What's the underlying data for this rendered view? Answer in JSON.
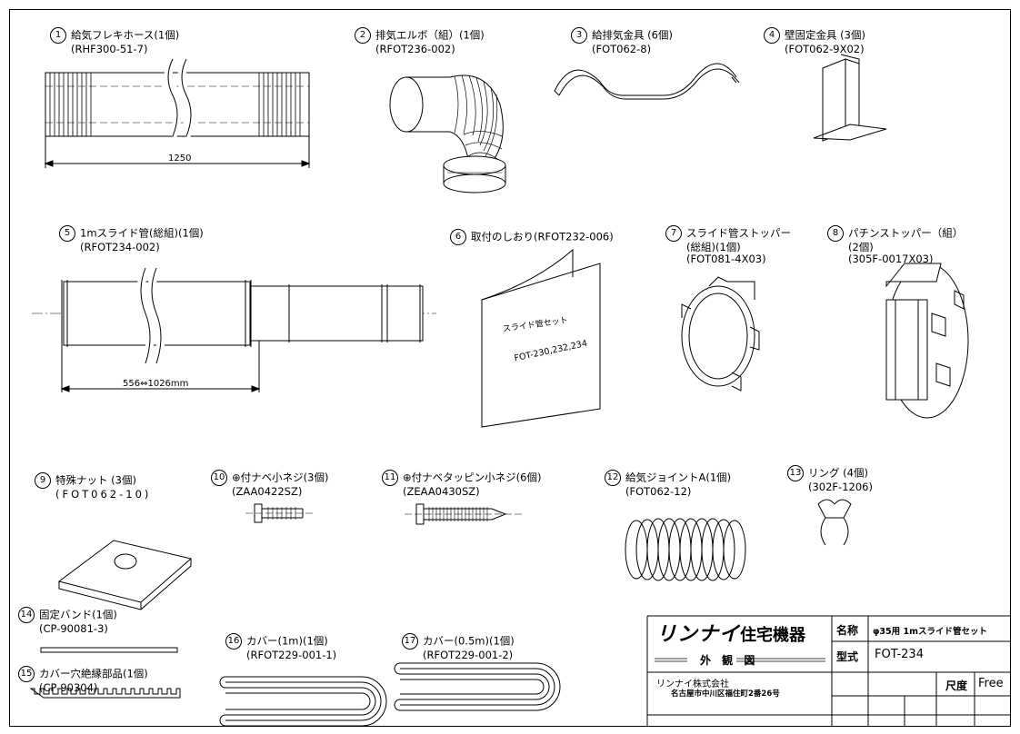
{
  "parts": [
    {
      "num": "1",
      "name": "給気フレキホース(1個)",
      "code": "(RHF300-51-7)"
    },
    {
      "num": "2",
      "name": "排気エルボ（組）(1個)",
      "code": "(RFOT236-002)"
    },
    {
      "num": "3",
      "name": "給排気金具 (6個)",
      "code": "(FOT062-8)"
    },
    {
      "num": "4",
      "name": "壁固定金具 (3個)",
      "code": "(FOT062-9X02)"
    },
    {
      "num": "5",
      "name": "1mスライド管(総組)(1個)",
      "code": "(RFOT234-002)"
    },
    {
      "num": "6",
      "name": "取付のしおり(RFOT232-006)",
      "code": ""
    },
    {
      "num": "7",
      "name": "スライド管ストッパー",
      "code": "(総組)(1個)",
      "code2": "(FOT081-4X03)"
    },
    {
      "num": "8",
      "name": "パチンストッパー（組）",
      "code": "(2個)",
      "code2": "(305F-0017X03)"
    },
    {
      "num": "9",
      "name": "特殊ナット (3個)",
      "code": "(FOT062-10)"
    },
    {
      "num": "10",
      "name": "⊕付ナベ小ネジ(3個)",
      "code": "(ZAA0422SZ)"
    },
    {
      "num": "11",
      "name": "⊕付ナベタッピン小ネジ(6個)",
      "code": "(ZEAA0430SZ)"
    },
    {
      "num": "12",
      "name": "給気ジョイントA(1個)",
      "code": "(FOT062-12)"
    },
    {
      "num": "13",
      "name": "リング (4個)",
      "code": "(302F-1206)"
    },
    {
      "num": "14",
      "name": "固定バンド(1個)",
      "code": "(CP-90081-3)"
    },
    {
      "num": "15",
      "name": "カバー穴絶縁部品(1個)",
      "code": "(CP-90304)"
    },
    {
      "num": "16",
      "name": "カバー(1m)(1個)",
      "code": "(RFOT229-001-1)"
    },
    {
      "num": "17",
      "name": "カバー(0.5m)(1個)",
      "code": "(RFOT229-001-2)"
    }
  ],
  "dimensions": {
    "hose": "1250",
    "slide": "556⇔1026mm"
  },
  "booklet": {
    "title": "スライド管セット",
    "models": "FOT-230,232,234"
  },
  "title_block": {
    "brand": "リンナイ",
    "brand_suffix": "住宅機器",
    "drawing_type": "外 観 図",
    "company": "リンナイ株式会社",
    "address": "名古屋市中川区福住町2番26号",
    "name_label": "名称",
    "name_value": "φ35用 1mスライド管セット",
    "model_label": "型式",
    "model_value": "FOT-234",
    "scale_label": "尺度",
    "scale_value": "Free"
  }
}
